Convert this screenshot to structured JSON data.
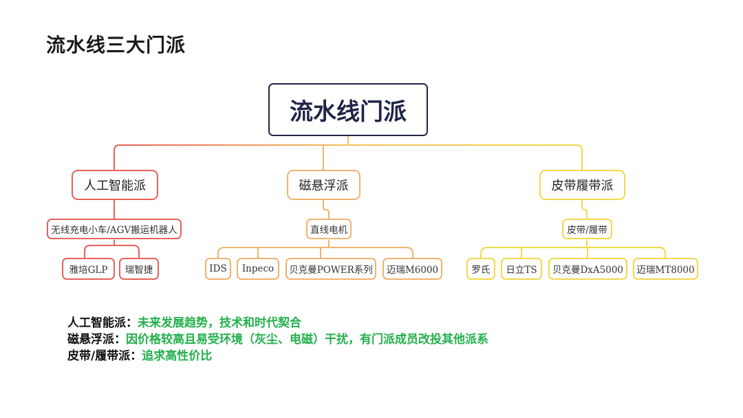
{
  "page_title": "流水线三大门派",
  "root": {
    "label": "流水线门派"
  },
  "branches": [
    {
      "label": "人工智能派",
      "color": "#e8605a",
      "sub": "无线充电小车/AGV搬运机器人",
      "leaves": [
        "雅培GLP",
        "瑞智捷"
      ]
    },
    {
      "label": "磁悬浮派",
      "color": "#f1b26e",
      "sub": "直线电机",
      "leaves": [
        "IDS",
        "Inpeco",
        "贝克曼POWER系列",
        "迈瑞M6000"
      ]
    },
    {
      "label": "皮带履带派",
      "color": "#f1d84a",
      "sub": "皮带/履带",
      "leaves": [
        "罗氏",
        "日立TS",
        "贝克曼DxA5000",
        "迈瑞MT8000"
      ]
    }
  ],
  "notes": [
    {
      "label": "人工智能派：",
      "text": "未来发展趋势，技术和时代契合"
    },
    {
      "label": "磁悬浮派：",
      "text": "因价格较高且易受环境（灰尘、电磁）干扰，有门派成员改投其他派系"
    },
    {
      "label": "皮带/履带派：",
      "text": "追求高性价比"
    }
  ]
}
